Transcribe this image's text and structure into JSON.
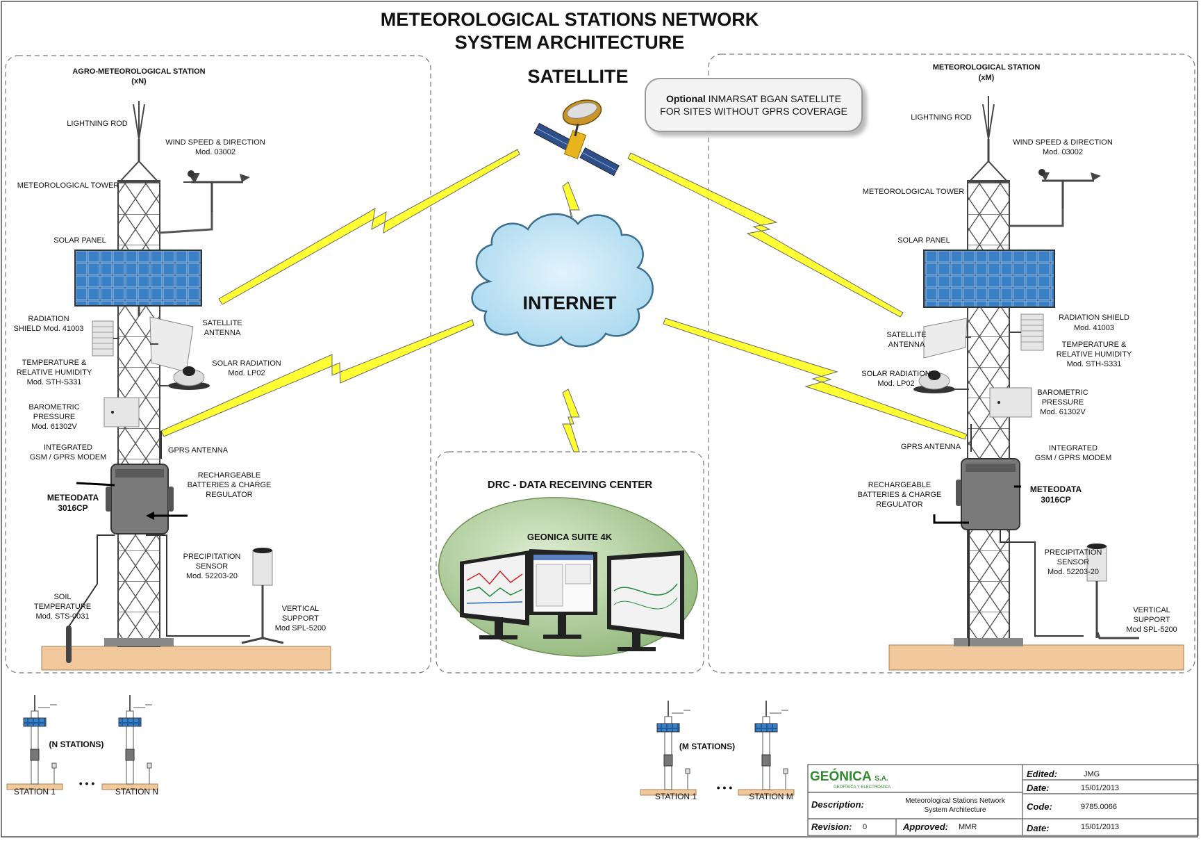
{
  "title": {
    "line1": "METEOROLOGICAL STATIONS NETWORK",
    "line2": "SYSTEM ARCHITECTURE"
  },
  "center": {
    "satellite": "SATELLITE",
    "internet": "INTERNET",
    "drc": "DRC - DATA RECEIVING CENTER",
    "suite": "GEONICA SUITE 4K"
  },
  "note": {
    "bold": "Optional",
    "line1_rest": " INMARSAT BGAN SATELLITE",
    "line2": "FOR SITES WITHOUT GPRS COVERAGE"
  },
  "left_station": {
    "title": "AGRO-METEOROLOGICAL STATION",
    "count": "(xN)",
    "lightning_rod": "LIGHTNING ROD",
    "wind": "WIND SPEED & DIRECTION",
    "wind_model": "Mod. 03002",
    "tower": "METEOROLOGICAL TOWER",
    "solar_panel": "SOLAR PANEL",
    "rad_shield_1": "RADIATION",
    "rad_shield_2": "SHIELD Mod. 41003",
    "sat_antenna_1": "SATELLITE",
    "sat_antenna_2": "ANTENNA",
    "temp_1": "TEMPERATURE &",
    "temp_2": "RELATIVE HUMIDITY",
    "temp_3": "Mod. STH-S331",
    "solar_rad_1": "SOLAR RADIATION",
    "solar_rad_2": "Mod. LP02",
    "baro_1": "BAROMETRIC",
    "baro_2": "PRESSURE",
    "baro_3": "Mod. 61302V",
    "modem_1": "INTEGRATED",
    "modem_2": "GSM / GPRS MODEM",
    "gprs": "GPRS ANTENNA",
    "batt_1": "RECHARGEABLE",
    "batt_2": "BATTERIES & CHARGE",
    "batt_3": "REGULATOR",
    "logger_1": "METEODATA",
    "logger_2": "3016CP",
    "precip_1": "PRECIPITATION",
    "precip_2": "SENSOR",
    "precip_3": "Mod. 52203-20",
    "soil_1": "SOIL",
    "soil_2": "TEMPERATURE",
    "soil_3": "Mod. STS-0031",
    "support_1": "VERTICAL",
    "support_2": "SUPPORT",
    "support_3": "Mod SPL-5200"
  },
  "right_station": {
    "title": "METEOROLOGICAL STATION",
    "count": "(xM)",
    "lightning_rod": "LIGHTNING ROD",
    "wind": "WIND SPEED & DIRECTION",
    "wind_model": "Mod. 03002",
    "tower": "METEOROLOGICAL TOWER",
    "solar_panel": "SOLAR PANEL",
    "rad_shield_1": "RADIATION SHIELD",
    "rad_shield_2": "Mod. 41003",
    "temp_1": "TEMPERATURE &",
    "temp_2": "RELATIVE HUMIDITY",
    "temp_3": "Mod. STH-S331",
    "sat_antenna_1": "SATELLITE",
    "sat_antenna_2": "ANTENNA",
    "solar_rad_1": "SOLAR RADIATION",
    "solar_rad_2": "Mod. LP02",
    "baro_1": "BAROMETRIC",
    "baro_2": "PRESSURE",
    "baro_3": "Mod. 61302V",
    "gprs": "GPRS ANTENNA",
    "modem_1": "INTEGRATED",
    "modem_2": "GSM / GPRS MODEM",
    "batt_1": "RECHARGEABLE",
    "batt_2": "BATTERIES & CHARGE",
    "batt_3": "REGULATOR",
    "logger_1": "METEODATA",
    "logger_2": "3016CP",
    "precip_1": "PRECIPITATION",
    "precip_2": "SENSOR",
    "precip_3": "Mod. 52203-20",
    "support_1": "VERTICAL",
    "support_2": "SUPPORT",
    "support_3": "Mod SPL-5200"
  },
  "mini_left": {
    "label": "(N STATIONS)",
    "first": "STATION 1",
    "last": "STATION N",
    "dots": "• • •"
  },
  "mini_right": {
    "label": "(M STATIONS)",
    "first": "STATION 1",
    "last": "STATION M",
    "dots": "• • •"
  },
  "title_block": {
    "company": "GEÓNICA",
    "company_suffix": "S.A.",
    "company_sub": "GEOFÍSICA Y ELECTRÓNICA",
    "edited_label": "Edited:",
    "edited_value": "JMG",
    "date_label": "Date:",
    "date_value": "15/01/2013",
    "description_label": "Description:",
    "description_1": "Meteorological Stations Network",
    "description_2": "System Architecture",
    "code_label": "Code:",
    "code_value": "9785.0066",
    "revision_label": "Revision:",
    "revision_value": "0",
    "approved_label": "Approved:",
    "approved_value": "MMR",
    "date2_label": "Date:",
    "date2_value": "15/01/2013"
  },
  "colors": {
    "lightning": "#ffff33",
    "cloud": "#bfe4f6",
    "panel": "#1f5c9e",
    "ground": "#f0c89c",
    "ellipse": "#9fc088"
  }
}
